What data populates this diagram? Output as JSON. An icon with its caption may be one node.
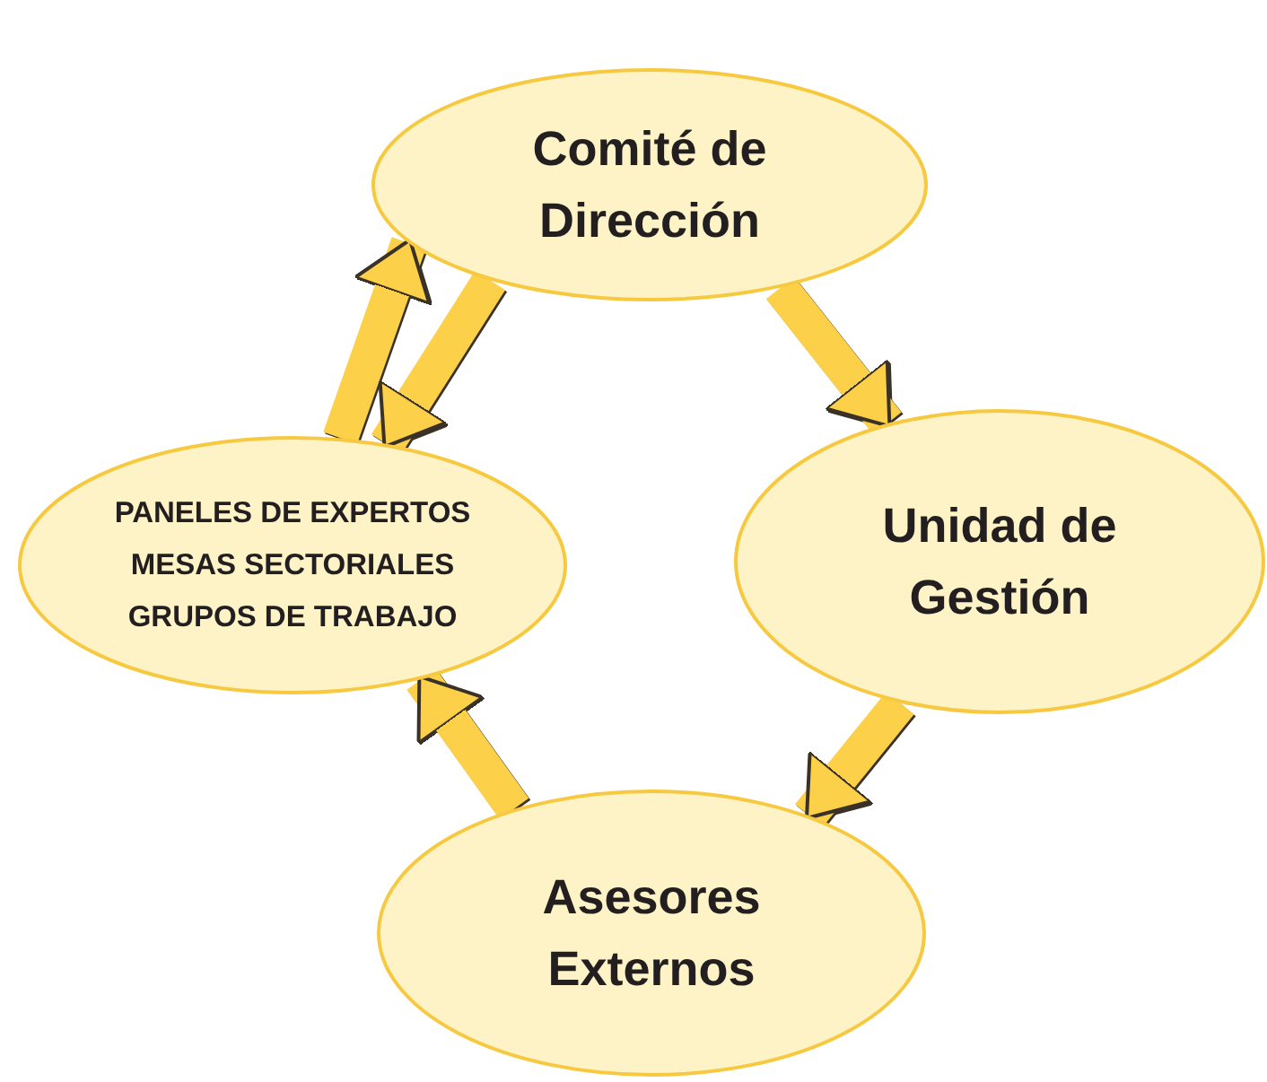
{
  "diagram": {
    "nodes": [
      {
        "text": [
          "Comité de Dirección"
        ]
      },
      {
        "text": [
          "PANELES DE EXPERTOS",
          "MESAS SECTORIALES",
          "GRUPOS DE TRABAJO"
        ]
      },
      {
        "text": [
          "Unidad de Gestión"
        ]
      },
      {
        "text": [
          "Asesores Externos"
        ]
      }
    ],
    "edges": [
      {
        "from": 0,
        "to": 2,
        "arrow": "to"
      },
      {
        "from": 2,
        "to": 3,
        "arrow": "to"
      },
      {
        "from": 3,
        "to": 1,
        "arrow": "to"
      },
      {
        "from": 1,
        "to": 0,
        "arrow": "to"
      },
      {
        "from": 0,
        "to": 1,
        "arrow": "to"
      }
    ]
  }
}
